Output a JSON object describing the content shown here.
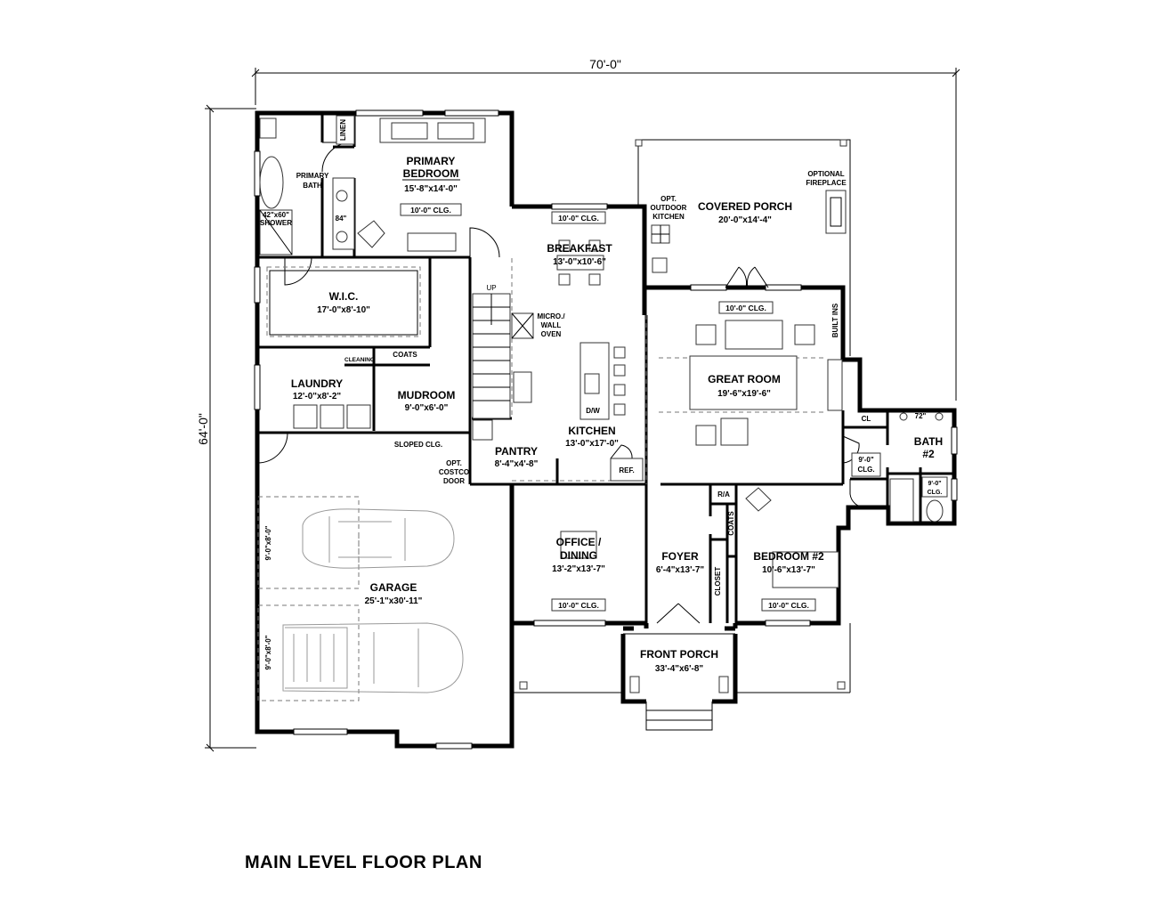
{
  "plan_title": "MAIN LEVEL FLOOR PLAN",
  "dimensions": {
    "width": "70'-0\"",
    "depth": "64'-0\""
  },
  "rooms": {
    "primary_bedroom": {
      "name_line1": "PRIMARY",
      "name_line2": "BEDROOM",
      "size": "15'-8\"x14'-0\"",
      "ceiling": "10'-0\" CLG."
    },
    "primary_bath": {
      "name_line1": "PRIMARY",
      "name_line2": "BATH"
    },
    "wic": {
      "name": "W.I.C.",
      "size": "17'-0\"x8'-10\""
    },
    "laundry": {
      "name": "LAUNDRY",
      "size": "12'-0\"x8'-2\""
    },
    "mudroom": {
      "name": "MUDROOM",
      "size": "9'-0\"x6'-0\""
    },
    "breakfast": {
      "name": "BREAKFAST",
      "size": "13'-0\"x10'-6\"",
      "ceiling": "10'-0\" CLG."
    },
    "kitchen": {
      "name": "KITCHEN",
      "size": "13'-0\"x17'-0\""
    },
    "pantry": {
      "name": "PANTRY",
      "size": "8'-4\"x4'-8\""
    },
    "covered_porch": {
      "name": "COVERED PORCH",
      "size": "20'-0\"x14'-4\""
    },
    "great_room": {
      "name": "GREAT ROOM",
      "size": "19'-6\"x19'-6\"",
      "ceiling": "10'-0\" CLG."
    },
    "bath2": {
      "name_line1": "BATH",
      "name_line2": "#2"
    },
    "office_dining": {
      "name_line1": "OFFICE /",
      "name_line2": "DINING",
      "size": "13'-2\"x13'-7\"",
      "ceiling": "10'-0\" CLG."
    },
    "foyer": {
      "name": "FOYER",
      "size": "6'-4\"x13'-7\""
    },
    "bedroom2": {
      "name": "BEDROOM #2",
      "size": "10'-6\"x13'-7\"",
      "ceiling": "10'-0\" CLG."
    },
    "garage": {
      "name": "GARAGE",
      "size": "25'-1\"x30'-11\""
    },
    "front_porch": {
      "name": "FRONT PORCH",
      "size": "33'-4\"x6'-8\""
    }
  },
  "labels": {
    "linen": "LINEN",
    "shower_line1": "42\"x60\"",
    "shower_line2": "SHOWER",
    "vanity_84": "84\"",
    "vanity_72": "72\"",
    "cleaning": "CLEANING",
    "coats_mud": "COATS",
    "coats_foyer": "COATS",
    "closet": "CLOSET",
    "ra": "R/A",
    "cl": "CL",
    "up": "UP",
    "micro_line1": "MICRO./",
    "micro_line2": "WALL",
    "micro_line3": "OVEN",
    "dw": "D/W",
    "ref": "REF.",
    "sloped_clg": "SLOPED CLG.",
    "opt_costco_line1": "OPT.",
    "opt_costco_line2": "COSTCO",
    "opt_costco_line3": "DOOR",
    "opt_kitchen_line1": "OPT.",
    "opt_kitchen_line2": "OUTDOOR",
    "opt_kitchen_line3": "KITCHEN",
    "opt_fireplace_line1": "OPTIONAL",
    "opt_fireplace_line2": "FIREPLACE",
    "built_ins": "BUILT INS",
    "clg_9_line1": "9'-0\"",
    "clg_9_line2": "CLG.",
    "clg_9b_line1": "9'-0\"",
    "clg_9b_line2": "CLG.",
    "garage_door_1": "9'-0\"x8'-0\"",
    "garage_door_2": "9'-0\"x8'-0\""
  }
}
